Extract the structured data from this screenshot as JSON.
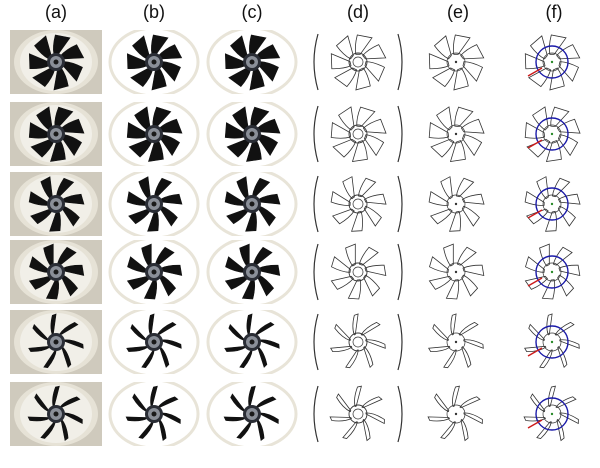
{
  "column_labels": [
    "(a)",
    "(b)",
    "(c)",
    "(d)",
    "(e)",
    "(f)"
  ],
  "rows": [
    {
      "blade_count": 7,
      "blade_shape": "wide"
    },
    {
      "blade_count": 7,
      "blade_shape": "wide"
    },
    {
      "blade_count": 7,
      "blade_shape": "medium"
    },
    {
      "blade_count": 7,
      "blade_shape": "medium"
    },
    {
      "blade_count": 7,
      "blade_shape": "thin"
    },
    {
      "blade_count": 7,
      "blade_shape": "thin"
    }
  ],
  "columns": [
    {
      "panel": "a",
      "style": "photo"
    },
    {
      "panel": "b",
      "style": "binary"
    },
    {
      "panel": "c",
      "style": "binary"
    },
    {
      "panel": "d",
      "style": "edges"
    },
    {
      "panel": "e",
      "style": "contour"
    },
    {
      "panel": "f",
      "style": "annotated"
    }
  ],
  "colors": {
    "photo_background": "#cfcabd",
    "photo_rim": "#e6e2d6",
    "blade_dark": "#111111",
    "outline": "#333333",
    "circle_blue": "#1a1aa8",
    "marker_red": "#cc1a1a"
  }
}
